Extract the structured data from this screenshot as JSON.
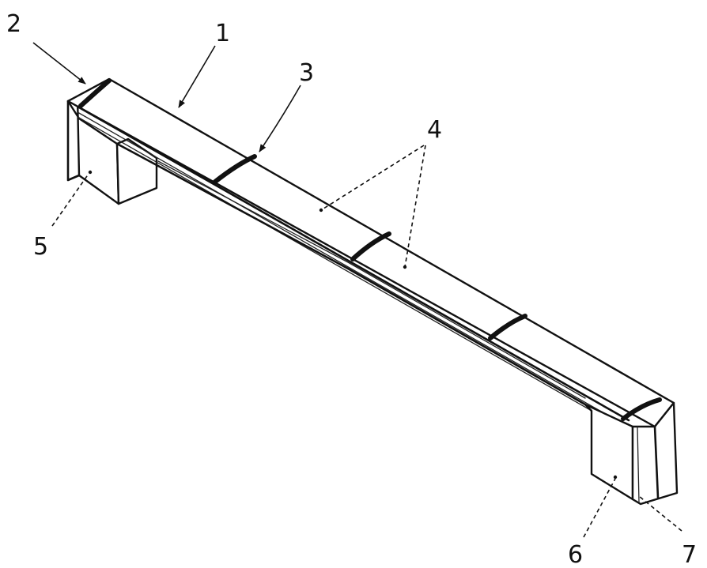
{
  "callouts": [
    {
      "id": "2",
      "label": "2"
    },
    {
      "id": "1",
      "label": "1"
    },
    {
      "id": "3",
      "label": "3"
    },
    {
      "id": "4",
      "label": "4"
    },
    {
      "id": "5",
      "label": "5"
    },
    {
      "id": "6",
      "label": "6"
    },
    {
      "id": "7",
      "label": "7"
    }
  ]
}
